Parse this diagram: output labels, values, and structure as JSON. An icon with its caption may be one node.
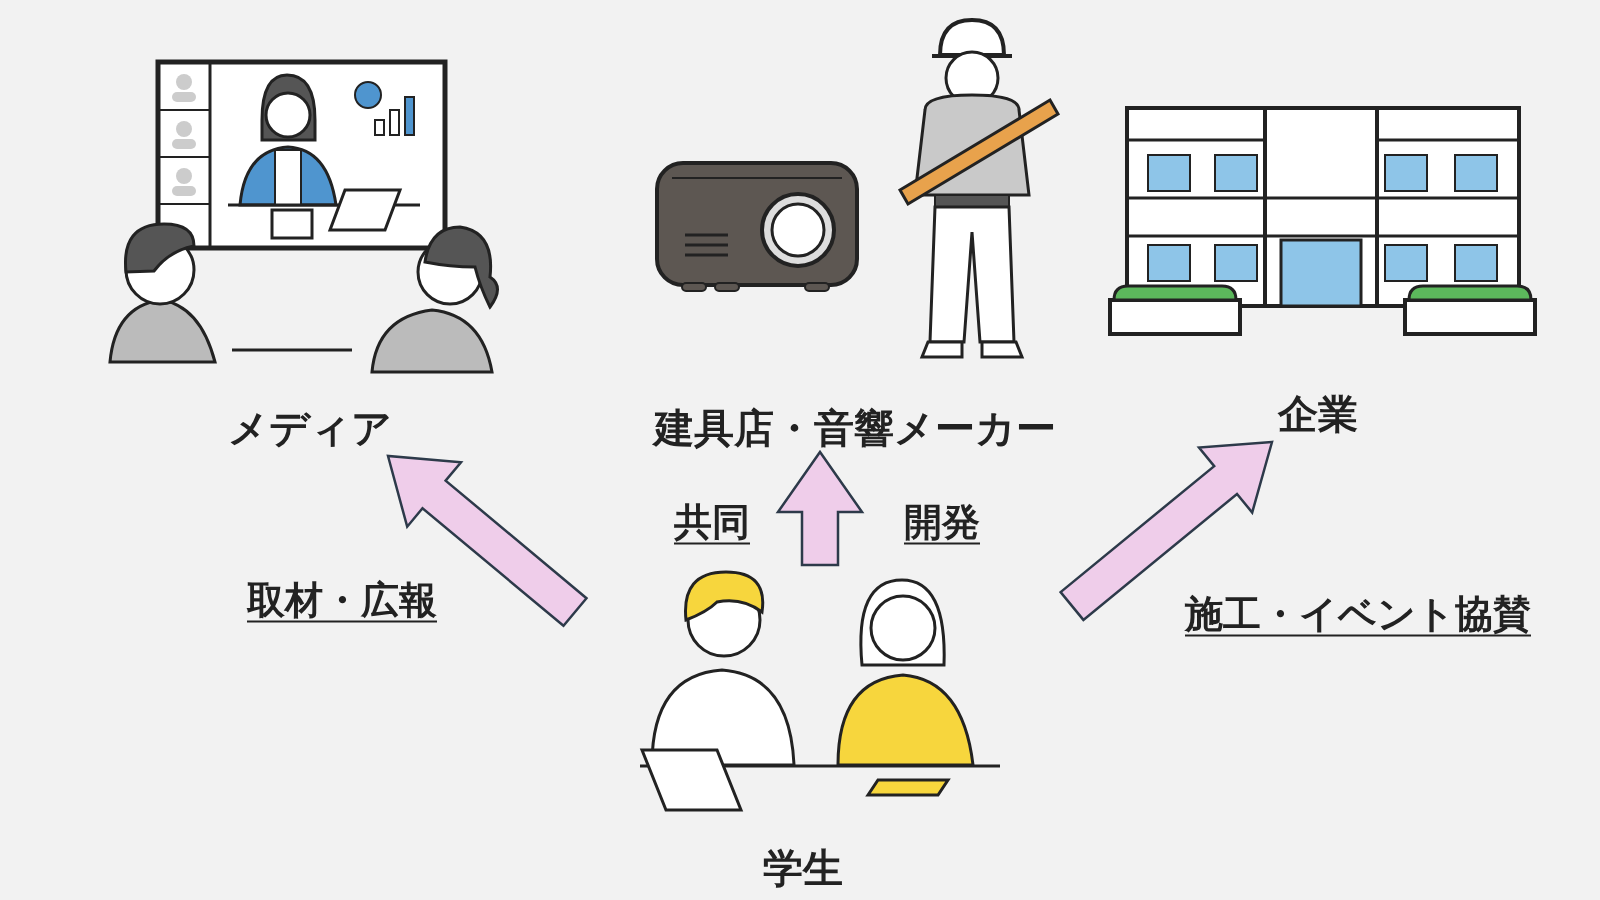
{
  "diagram": {
    "nodes": [
      {
        "text": [
          "メディア"
        ]
      },
      {
        "text": [
          "建具店・音響メーカー"
        ]
      },
      {
        "text": [
          "企業"
        ]
      },
      {
        "text": [
          "学生"
        ]
      }
    ],
    "edges": [
      {
        "from": 3,
        "to": 0,
        "arrow": "to",
        "label": "取材・広報"
      },
      {
        "from": 3,
        "to": 1,
        "arrow": "to",
        "label": "共同"
      },
      {
        "from": 3,
        "to": 2,
        "arrow": "to",
        "label": "施工・イベント協賛"
      }
    ],
    "labels": [
      "開発"
    ]
  }
}
